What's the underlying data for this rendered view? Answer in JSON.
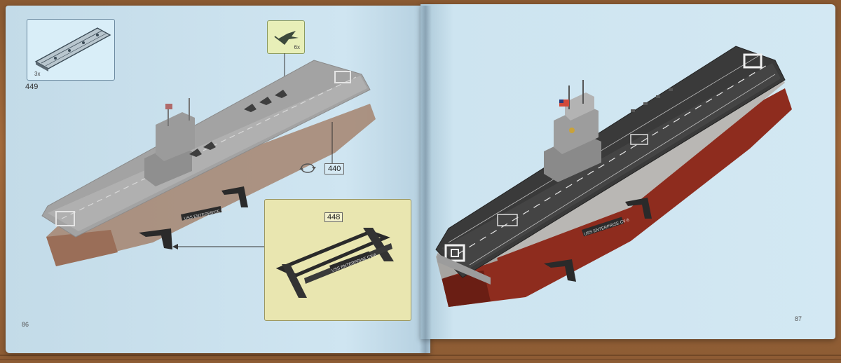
{
  "left_page": {
    "page_number": "86",
    "step_box": {
      "step_number": "449",
      "quantity": "3x"
    },
    "plane_callout": {
      "quantity": "6x"
    },
    "step_440": "440",
    "stand_callout": {
      "step_number": "448",
      "stand_label": "USS ENTERPRISE CV-6"
    },
    "ship_stand_label": "USS ENTERPRISE CV-6"
  },
  "right_page": {
    "page_number": "87",
    "ship_stand_label": "USS ENTERPRISE CV-6"
  },
  "colors": {
    "page_blue": "#c9e1ee",
    "callout_yellow": "#e9e6b0",
    "hull_red": "#8e2c1e",
    "deck_dark": "#3a3a3a",
    "ghost_ship": "#9a9a9a",
    "wood_table": "#a46b3c"
  },
  "icons": [
    "rotate-icon",
    "plane-icon",
    "flag-icon"
  ]
}
